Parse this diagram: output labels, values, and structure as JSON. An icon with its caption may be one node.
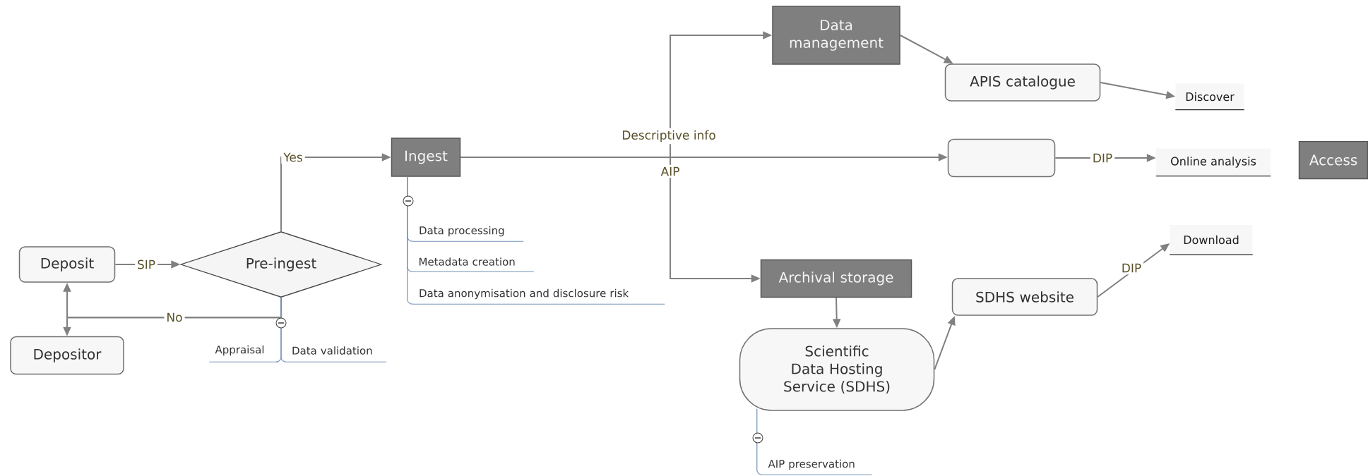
{
  "diagram": {
    "nodes": [
      {
        "text": [
          "Deposit"
        ]
      },
      {
        "text": [
          "Depositor"
        ]
      },
      {
        "text": [
          "Pre-ingest"
        ]
      },
      {
        "text": [
          "Ingest"
        ]
      },
      {
        "text": [
          "Data management"
        ]
      },
      {
        "text": [
          "APIS catalogue"
        ]
      },
      {
        "text": [
          "Discover"
        ]
      },
      {
        "text": [],
        "shape": "box"
      },
      {
        "text": [
          "Online analysis"
        ]
      },
      {
        "text": [
          "Access"
        ]
      },
      {
        "text": [
          "Archival storage"
        ]
      },
      {
        "text": [
          "SDHS website"
        ]
      },
      {
        "text": [
          "Download"
        ]
      },
      {
        "text": [
          "Scientific Data Hosting Service (SDHS)"
        ]
      },
      {
        "text": [
          "Appraisal"
        ]
      },
      {
        "text": [
          "Data validation"
        ]
      },
      {
        "text": [
          "Data processing"
        ]
      },
      {
        "text": [
          "Metadata creation"
        ]
      },
      {
        "text": [
          "Data anonymisation and disclosure risk"
        ]
      },
      {
        "text": [
          "AIP preservation"
        ]
      }
    ],
    "edges": [
      {
        "from": 0,
        "to": 2,
        "arrow": "to",
        "label": "SIP"
      },
      {
        "from": 2,
        "to": 3,
        "arrow": "to",
        "label": "Yes"
      },
      {
        "from": 2,
        "to": 0,
        "arrow": "to",
        "label": "No"
      },
      {
        "from": 2,
        "to": 1,
        "arrow": "to"
      },
      {
        "from": 3,
        "to": 4,
        "arrow": "to",
        "label": "Descriptive info"
      },
      {
        "from": 3,
        "to": 7,
        "arrow": "to"
      },
      {
        "from": 3,
        "to": 10,
        "arrow": "to",
        "label": "AIP"
      },
      {
        "from": 4,
        "to": 5,
        "arrow": "to"
      },
      {
        "from": 5,
        "to": 6,
        "arrow": "to"
      },
      {
        "from": 7,
        "to": 8,
        "arrow": "to",
        "label": "DIP"
      },
      {
        "from": 10,
        "to": 13,
        "arrow": "to"
      },
      {
        "from": 13,
        "to": 11,
        "arrow": "to"
      },
      {
        "from": 11,
        "to": 12,
        "arrow": "to",
        "label": "DIP"
      },
      {
        "from": 2,
        "to": 14,
        "arrow": "none",
        "color": "#7592b8"
      },
      {
        "from": 2,
        "to": 15,
        "arrow": "none",
        "color": "#7592b8"
      },
      {
        "from": 3,
        "to": 16,
        "arrow": "none",
        "color": "#7592b8"
      },
      {
        "from": 3,
        "to": 17,
        "arrow": "none",
        "color": "#7592b8"
      },
      {
        "from": 3,
        "to": 18,
        "arrow": "none",
        "color": "#7592b8"
      },
      {
        "from": 13,
        "to": 19,
        "arrow": "none",
        "color": "#7592b8"
      }
    ]
  }
}
